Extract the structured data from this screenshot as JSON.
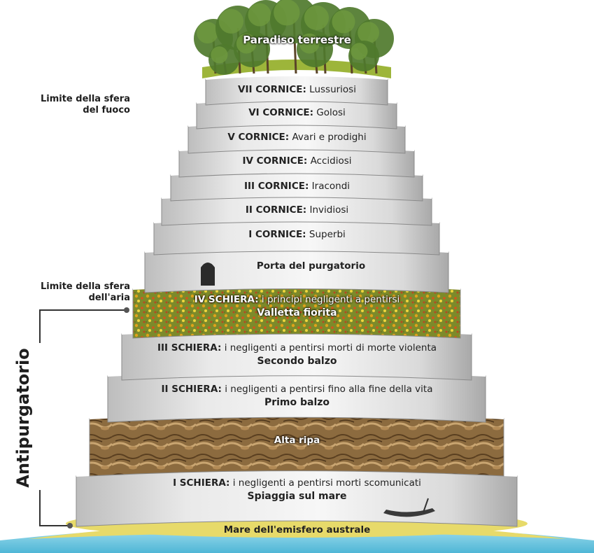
{
  "top": {
    "label": "Paradiso terrestre"
  },
  "limits": {
    "fire": {
      "line1": "Limite della sfera",
      "line2": "del fuoco"
    },
    "air": {
      "line1": "Limite della sfera",
      "line2": "dell'aria"
    }
  },
  "side_label": "Antipurgatorio",
  "cornici": [
    {
      "name": "VII CORNICE:",
      "desc": "Lussuriosi"
    },
    {
      "name": "VI CORNICE:",
      "desc": "Golosi"
    },
    {
      "name": "V CORNICE:",
      "desc": "Avari e prodighi"
    },
    {
      "name": "IV CORNICE:",
      "desc": "Accidiosi"
    },
    {
      "name": "III CORNICE:",
      "desc": "Iracondi"
    },
    {
      "name": "II CORNICE:",
      "desc": "Invidiosi"
    },
    {
      "name": "I CORNICE:",
      "desc": "Superbi"
    }
  ],
  "porta": "Porta del purgatorio",
  "schiere": [
    {
      "name": "IV SCHIERA:",
      "desc": "i principi negligenti a pentirsi",
      "place": "Valletta fiorita"
    },
    {
      "name": "III SCHIERA:",
      "desc": "i negligenti a pentirsi morti di morte violenta",
      "place": "Secondo balzo"
    },
    {
      "name": "II SCHIERA:",
      "desc": "i negligenti a pentirsi fino alla fine della vita",
      "place": "Primo balzo"
    },
    {
      "name": "I SCHIERA:",
      "desc": "i negligenti a pentirsi morti scomunicati",
      "place": "Spiaggia sul mare"
    }
  ],
  "alta_ripa": "Alta ripa",
  "mare": "Mare dell'emisfero australe",
  "colors": {
    "stone_light": "#f2f2f2",
    "stone_dark": "#b9b9b9",
    "meadow": "#9a9a3a",
    "rock": "#8b6a3c",
    "sea": "#8fd3e6",
    "sand": "#e7da6a"
  }
}
